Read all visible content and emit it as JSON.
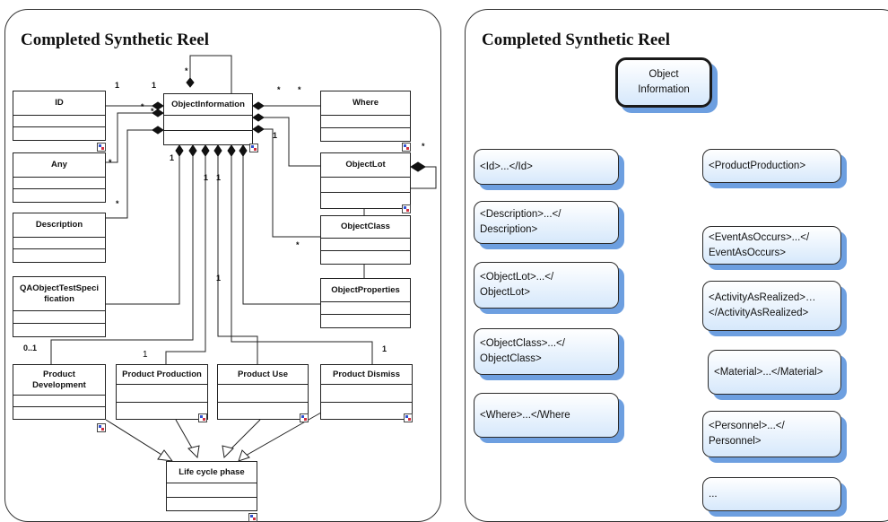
{
  "left_panel": {
    "title": "Completed Synthetic Reel",
    "classes": {
      "object_information": "ObjectInformation",
      "id": "ID",
      "any": "Any",
      "description": "Description",
      "qa_object_test_specification": "QAObjectTestSpeci\nfication",
      "where": "Where",
      "object_lot": "ObjectLot",
      "object_class": "ObjectClass",
      "object_properties": "ObjectProperties",
      "product_development": "Product\nDevelopment",
      "product_production": "Product Production",
      "product_use": "Product Use",
      "product_dismiss": "Product Dismiss",
      "life_cycle_phase": "Life cycle phase"
    },
    "multiplicities": {
      "top_star": "*",
      "id_1a": "1",
      "id_1b": "1",
      "id_star": "*",
      "desc_star_a": "*",
      "where_star_a": "*",
      "where_star_b": "*",
      "lot_1": "1",
      "any_star": "*",
      "bottom_1": "1",
      "left_1": "1",
      "mid_1a": "1",
      "mid_1b": "1",
      "desc_star": "*",
      "lot_self_star": "*",
      "class_star": "*",
      "use_1": "1",
      "dev_mult": "0..1",
      "prod_1": "1",
      "dismiss_1": "1"
    }
  },
  "right_panel": {
    "title": "Completed Synthetic Reel",
    "root": "Object\nInformation",
    "left_nodes": [
      "<Id>...</Id>",
      "<Description>...</\nDescription>",
      "<ObjectLot>...</\nObjectLot>",
      "<ObjectClass>...</\nObjectClass>",
      "<Where>...</Where"
    ],
    "product_production": "<ProductProduction>",
    "right_nodes": [
      "<EventAsOccurs>...</\nEventAsOccurs>",
      "<ActivityAsRealized>…\n</ActivityAsRealized>",
      "<Material>...</Material>",
      "<Personnel>...</\nPersonnel>",
      "..."
    ]
  }
}
